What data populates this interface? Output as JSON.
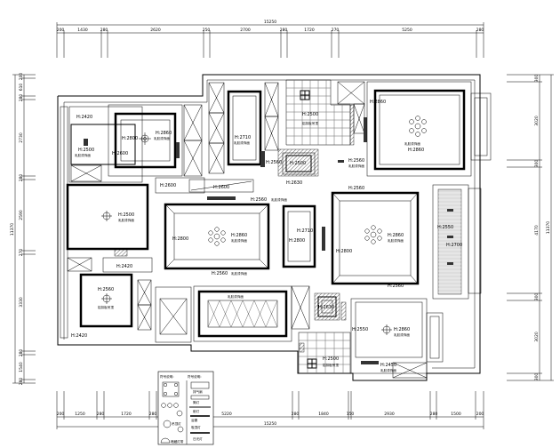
{
  "dimensions": {
    "top_total": "15250",
    "top": [
      "200",
      "1430",
      "280",
      "2620",
      "250",
      "2700",
      "280",
      "1720",
      "270",
      "5250",
      "280"
    ],
    "bottom_total": "15250",
    "bottom": [
      "200",
      "1250",
      "280",
      "1720",
      "280",
      "5220",
      "280",
      "1840",
      "150",
      "2930",
      "280",
      "1500",
      "200"
    ],
    "left_total": "11370",
    "left": [
      "200",
      "610",
      "280",
      "2730",
      "280",
      "2590",
      "270",
      "3330",
      "280",
      "1540",
      "280"
    ],
    "right_total": "11370",
    "right": [
      "300",
      "3020",
      "300",
      "4170",
      "300",
      "3020",
      "300"
    ]
  },
  "materials": {
    "ceiling": "乳胶漆饰面",
    "bath": "铝扣板吊顶"
  },
  "heights": [
    "H:2420",
    "H:2500",
    "H:2800",
    "H:2860",
    "H:2600",
    "H:2710",
    "H:2560",
    "H:2500",
    "H:2860",
    "H:2860",
    "H:2500",
    "H:2630",
    "H:2560",
    "H:2600",
    "H:2600",
    "H:2560",
    "H:2500",
    "H:2800",
    "H:2860",
    "H:2710",
    "H:2800",
    "H:2560",
    "H:2860",
    "H:2800",
    "H:2560",
    "H:2550",
    "H:2700",
    "H:2420",
    "H:2560",
    "H:2420",
    "H:2560",
    "H:2630",
    "H:2550",
    "H:2860",
    "H:2500",
    "H:2450"
  ],
  "legend": {
    "title_left": "符号说明:",
    "title_right": "符号说明:",
    "items": [
      "吊顶灯",
      "射灯",
      "排气扇",
      "筒灯",
      "吸顶灯",
      "日光灯",
      "浴霸",
      "暗藏灯带"
    ]
  }
}
